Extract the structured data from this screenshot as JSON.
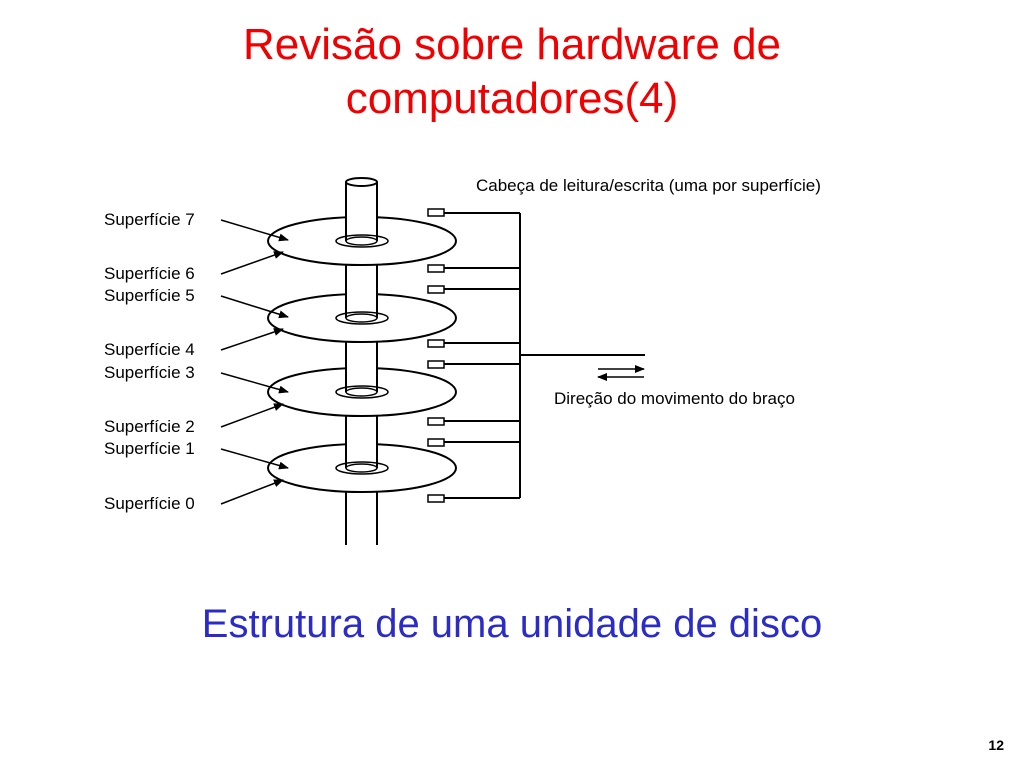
{
  "colors": {
    "title": "#f00000",
    "caption": "#2b2bc8",
    "line": "#000000",
    "platter_fill": "#ffffff",
    "spindle_fill": "#ffffff"
  },
  "title_lines": [
    "Revisão sobre hardware de",
    "computadores(4)"
  ],
  "diagram": {
    "head_label": "Cabeça de leitura/escrita (uma por superfície)",
    "direction_label": "Direção do movimento do braço",
    "surface_labels": [
      "Superfície 7",
      "Superfície 6",
      "Superfície 5",
      "Superfície 4",
      "Superfície 3",
      "Superfície 2",
      "Superfície 1",
      "Superfície 0"
    ]
  },
  "caption": "Estrutura de uma unidade de disco",
  "page_number": "12"
}
